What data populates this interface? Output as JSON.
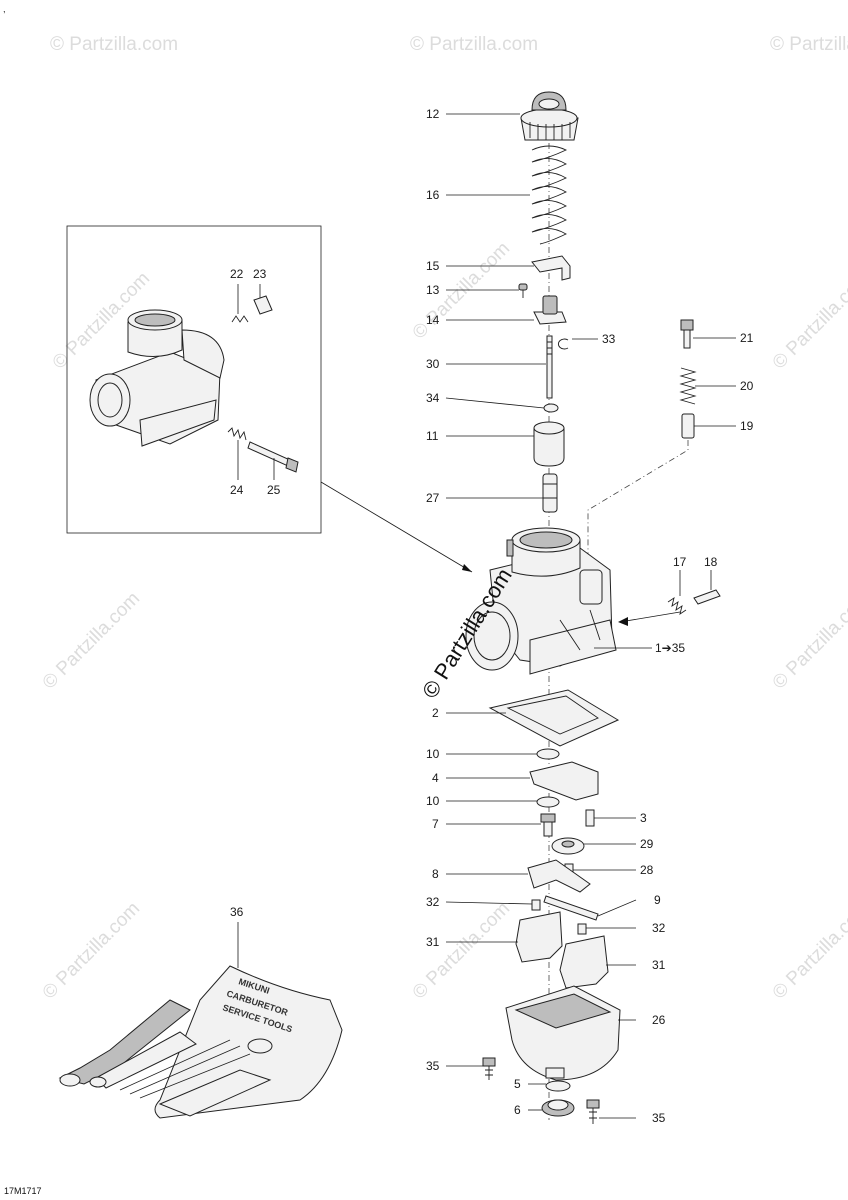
{
  "watermark_text": "© Partzilla.com",
  "main_watermark": "© Partzilla.com",
  "diagram_code": "17M1717",
  "corner_mark": ",",
  "kit_text": [
    "MIKUNI",
    "CARBURETOR",
    "SERVICE TOOLS"
  ],
  "callouts": {
    "c12": "12",
    "c16": "16",
    "c15": "15",
    "c13": "13",
    "c14": "14",
    "c30": "30",
    "c33": "33",
    "c34": "34",
    "c11": "11",
    "c27": "27",
    "c21": "21",
    "c20": "20",
    "c19": "19",
    "c17": "17",
    "c18": "18",
    "c1": "1➔35",
    "c2": "2",
    "c10a": "10",
    "c4": "4",
    "c10b": "10",
    "c3": "3",
    "c7": "7",
    "c29": "29",
    "c28": "28",
    "c8": "8",
    "c9": "9",
    "c32a": "32",
    "c32b": "32",
    "c31a": "31",
    "c31b": "31",
    "c26": "26",
    "c35a": "35",
    "c5": "5",
    "c6": "6",
    "c35b": "35",
    "c22": "22",
    "c23": "23",
    "c24": "24",
    "c25": "25",
    "c36": "36"
  }
}
